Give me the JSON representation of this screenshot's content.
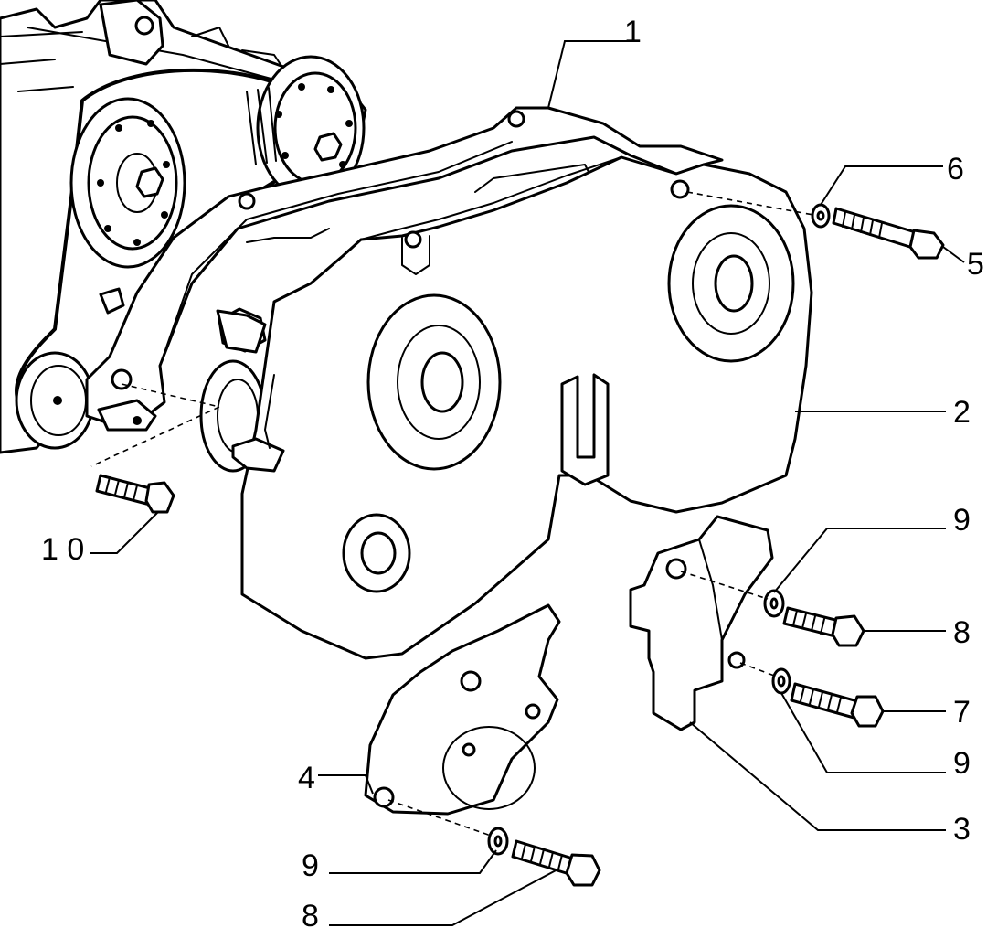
{
  "callouts": [
    {
      "id": "c1",
      "text": "1"
    },
    {
      "id": "c2",
      "text": "2"
    },
    {
      "id": "c3",
      "text": "3"
    },
    {
      "id": "c4",
      "text": "4"
    },
    {
      "id": "c5",
      "text": "5"
    },
    {
      "id": "c6",
      "text": "6"
    },
    {
      "id": "c7",
      "text": "7"
    },
    {
      "id": "c8a",
      "text": "8"
    },
    {
      "id": "c8b",
      "text": "8"
    },
    {
      "id": "c9a",
      "text": "9"
    },
    {
      "id": "c9b",
      "text": "9"
    },
    {
      "id": "c9c",
      "text": "9"
    },
    {
      "id": "c10",
      "text": "1 0"
    }
  ],
  "colors": {
    "ink": "#000000",
    "paper": "#ffffff"
  }
}
